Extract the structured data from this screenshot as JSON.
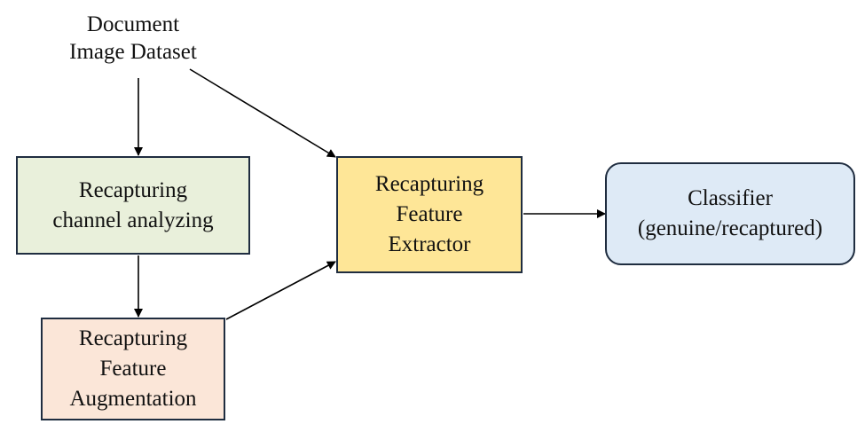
{
  "diagram": {
    "source": {
      "lines": [
        "Document",
        "Image Dataset"
      ]
    },
    "nodes": {
      "channel_analyzing": {
        "lines": [
          "Recapturing",
          "channel analyzing"
        ],
        "fill": "#e9f0db"
      },
      "feature_augmentation": {
        "lines": [
          "Recapturing",
          "Feature",
          "Augmentation"
        ],
        "fill": "#fbe6d8"
      },
      "feature_extractor": {
        "lines": [
          "Recapturing",
          "Feature",
          "Extractor"
        ],
        "fill": "#fee697"
      },
      "classifier": {
        "lines": [
          "Classifier",
          "(genuine/recaptured)"
        ],
        "fill": "#deeaf6"
      }
    },
    "edges": [
      {
        "from": "source",
        "to": "channel_analyzing"
      },
      {
        "from": "source",
        "to": "feature_extractor"
      },
      {
        "from": "channel_analyzing",
        "to": "feature_augmentation"
      },
      {
        "from": "feature_augmentation",
        "to": "feature_extractor"
      },
      {
        "from": "feature_extractor",
        "to": "classifier"
      }
    ],
    "colors": {
      "border": "#1f2d40",
      "arrow": "#000000"
    }
  }
}
